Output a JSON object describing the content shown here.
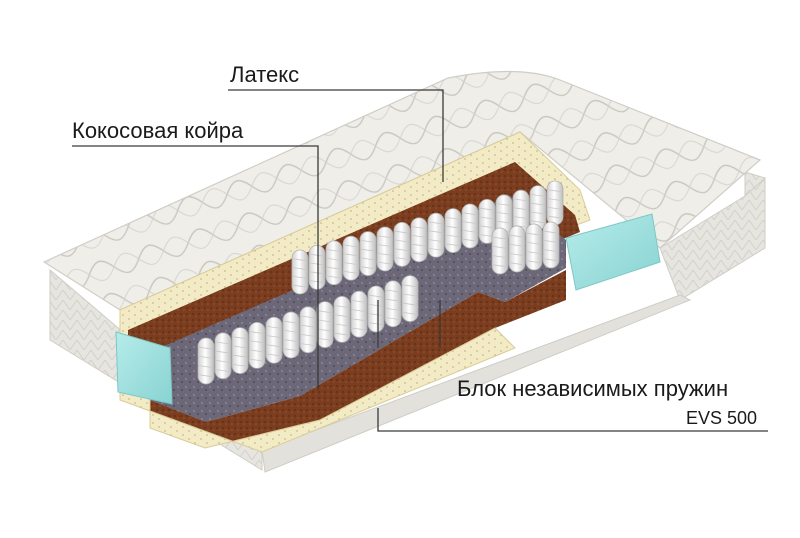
{
  "labels": {
    "latex": "Латекс",
    "coconut": "Кокосовая койра",
    "spring_block": "Блок независимых пружин",
    "spring_model": "EVS 500"
  },
  "colors": {
    "cover": "#ecebe6",
    "cover_quilt": "#c9c7c0",
    "latex": "#f3ebc6",
    "coconut": "#7a3d1f",
    "foam": "#9fe0de",
    "spring": "#f4f4f4",
    "felt": "#6c6878",
    "leader_line": "#3a3a3a"
  }
}
